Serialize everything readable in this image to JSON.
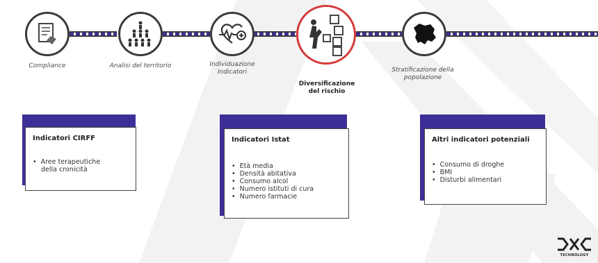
{
  "steps": [
    {
      "label": "Compliance",
      "icon": "compliance-icon"
    },
    {
      "label": "Analisi del territorio",
      "icon": "population-icon"
    },
    {
      "label": "Individuazione Indicatori",
      "icon": "heartbeat-icon"
    },
    {
      "label": "Diversificazione del rischio",
      "icon": "risk-blocks-icon",
      "active": true
    },
    {
      "label": "Stratificazione della popolazione",
      "icon": "map-icon"
    }
  ],
  "cards": [
    {
      "title": "Indicatori CIRFF",
      "items": [
        "Aree terapeutiche",
        "della cronicità"
      ]
    },
    {
      "title": "Indicatori Istat",
      "items": [
        "Età media",
        "Densità abitativa",
        "Consumo alcol",
        "Numero istituti di cura",
        "Numero farmacie"
      ]
    },
    {
      "title": "Altri indicatori potenziali",
      "items": [
        "Consumo di droghe",
        "BMI",
        "Disturbi alimentari"
      ]
    }
  ],
  "logo": {
    "mark": "DXC",
    "text": "TECHNOLOGY"
  },
  "colors": {
    "accent": "#3c2f97",
    "active": "#d43a3a",
    "stroke": "#3a3a3a"
  }
}
